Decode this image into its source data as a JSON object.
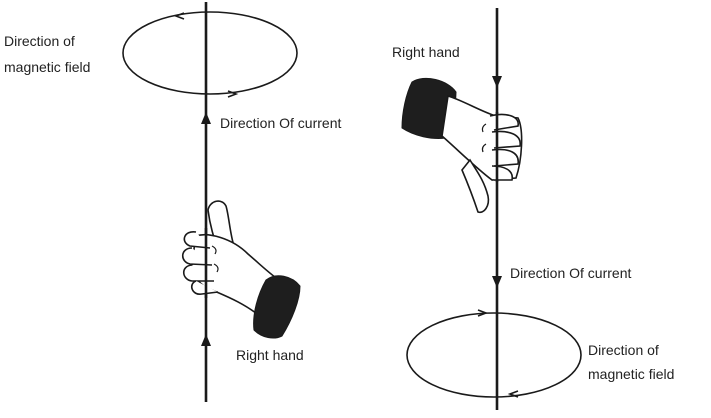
{
  "left_diagram": {
    "field_label_line1": "Direction of",
    "field_label_line2": "magnetic field",
    "current_label": "Direction Of current",
    "hand_label": "Right hand",
    "current_direction": "up"
  },
  "right_diagram": {
    "hand_label": "Right hand",
    "current_label": "Direction Of current",
    "field_label_line1": "Direction of",
    "field_label_line2": "magnetic field",
    "current_direction": "down"
  },
  "colors": {
    "line": "#1a1a1a",
    "cuff": "#1e1e1e",
    "hand_fill": "#ffffff",
    "text": "#222222"
  }
}
